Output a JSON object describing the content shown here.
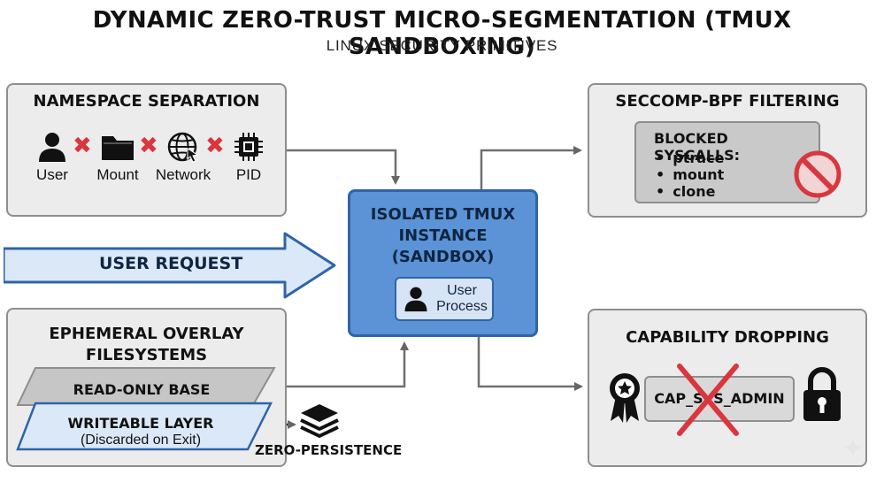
{
  "header": {
    "title": "DYNAMIC ZERO-TRUST MICRO-SEGMENTATION (TMUX SANDBOXING)",
    "subtitle": "LINUX SECURITY PRIMITIVES"
  },
  "namespace_panel": {
    "title": "NAMESPACE SEPARATION",
    "items": [
      {
        "label": "User",
        "icon": "user-icon"
      },
      {
        "label": "Mount",
        "icon": "folder-icon"
      },
      {
        "label": "Network",
        "icon": "globe-icon"
      },
      {
        "label": "PID",
        "icon": "chip-icon"
      }
    ],
    "separator_icon": "red-x-icon"
  },
  "user_request": {
    "label": "USER REQUEST"
  },
  "central": {
    "title_line1": "ISOLATED TMUX",
    "title_line2": "INSTANCE",
    "title_line3": "(SANDBOX)",
    "process_line1": "User",
    "process_line2": "Process"
  },
  "overlay_panel": {
    "title_line1": "EPHEMERAL OVERLAY",
    "title_line2": "FILESYSTEMS",
    "base_layer": "READ-ONLY BASE",
    "writeable_layer": "WRITEABLE LAYER",
    "writeable_note": "(Discarded on Exit)",
    "zero_persistence": "ZERO-PERSISTENCE"
  },
  "seccomp_panel": {
    "title": "SECCOMP-BPF FILTERING",
    "blocked_heading": "BLOCKED SYSCALLS:",
    "syscalls": [
      "ptrace",
      "mount",
      "clone"
    ]
  },
  "capability_panel": {
    "title": "CAPABILITY DROPPING",
    "capability": "CAP_SYS_ADMIN"
  },
  "colors": {
    "central_fill": "#5b93d6",
    "central_border": "#2f64a8",
    "panel_fill": "#ececec",
    "deny_red": "#d9363e",
    "arrow_fill": "#dbe8f7"
  }
}
